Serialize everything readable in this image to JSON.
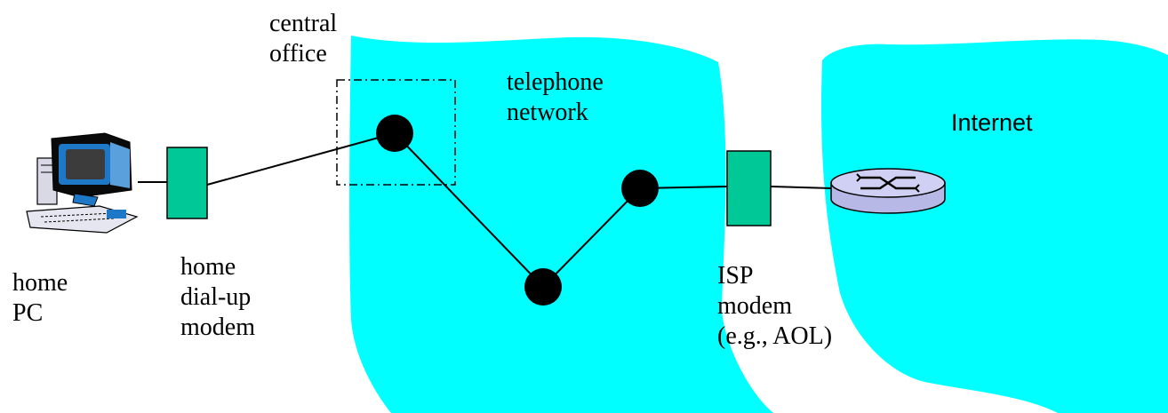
{
  "colors": {
    "cloud": "#00ffff",
    "modem": "#00c896",
    "router": "#c8c8f0",
    "node": "#000000"
  },
  "labels": {
    "central_office": "central\noffice",
    "telephone_network": "telephone\nnetwork",
    "internet": "Internet",
    "home_pc": "home\nPC",
    "home_modem": "home\ndial-up\nmodem",
    "isp_modem": "ISP\nmodem\n(e.g., AOL)"
  },
  "icons": {
    "home_pc": "desktop-computer-icon",
    "router": "router-icon"
  }
}
